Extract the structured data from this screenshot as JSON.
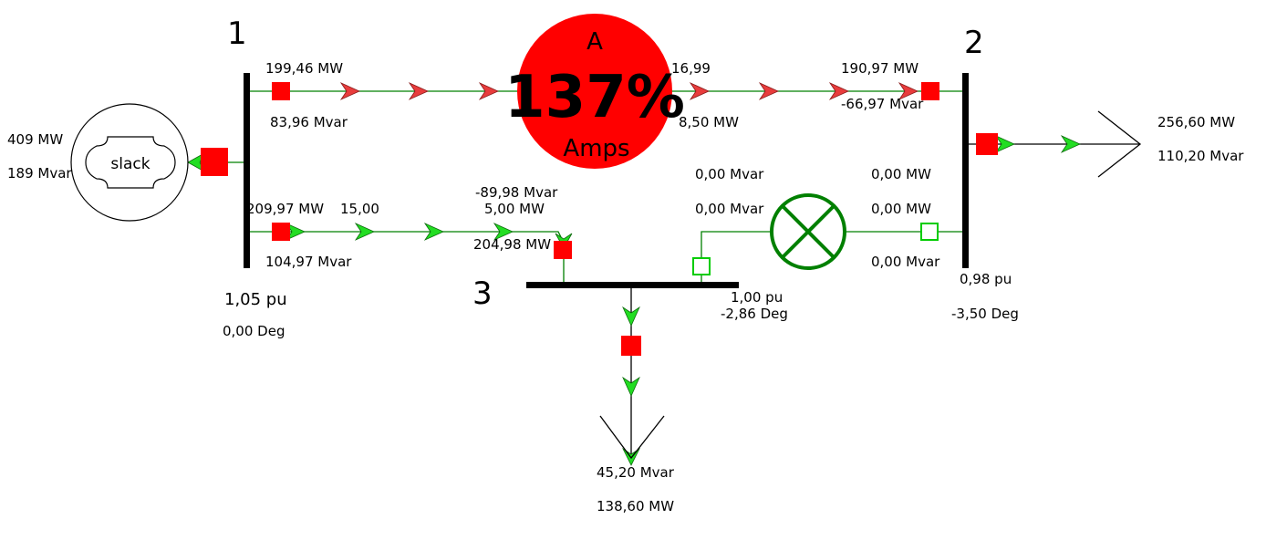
{
  "colors": {
    "line": "#008000",
    "bus": "#000000",
    "breaker_closed": "#ff0000",
    "breaker_open": "#00cc00",
    "arrow_overload": "#e83c3c",
    "arrow_normal": "#22dd22",
    "overload_fill": "#ff0000",
    "transformer": "#008000"
  },
  "buses": {
    "b1": {
      "number": "1",
      "voltage": "1,05 pu",
      "angle": "0,00 Deg"
    },
    "b2": {
      "number": "2",
      "voltage": "0,98 pu",
      "angle": "-3,50 Deg"
    },
    "b3": {
      "number": "3",
      "voltage": "1,00 pu",
      "angle": "-2,86 Deg"
    }
  },
  "generator": {
    "label": "slack",
    "mw": "409 MW",
    "mvar": "189 Mvar"
  },
  "lines": {
    "l12": {
      "from_mw": "199,46 MW",
      "from_mvar": "83,96 Mvar",
      "to_mw": "190,97 MW",
      "to_mvar": "-66,97 Mvar",
      "mid_top": "16,99",
      "mid_bottom": "8,50 MW",
      "overload": {
        "top": "A",
        "percent": "137%",
        "bottom": "Amps",
        "value": 137
      }
    },
    "l13": {
      "from_mw": "209,97 MW",
      "from_extra": "15,00",
      "from_mvar": "104,97 Mvar",
      "to_mvar": "-89,98 Mvar",
      "to_extra": "5,00 MW",
      "to_mw": "204,98 MW"
    },
    "l23": {
      "left_mvar_top": "0,00 Mvar",
      "left_mvar_bottom": "0,00 Mvar",
      "right_mw_top": "0,00 MW",
      "right_mw_mid": "0,00 MW",
      "right_mvar": "0,00 Mvar"
    }
  },
  "loads": {
    "load2": {
      "mw": "256,60 MW",
      "mvar": "110,20 Mvar"
    },
    "load3": {
      "mvar": "45,20 Mvar",
      "mw": "138,60 MW"
    }
  }
}
